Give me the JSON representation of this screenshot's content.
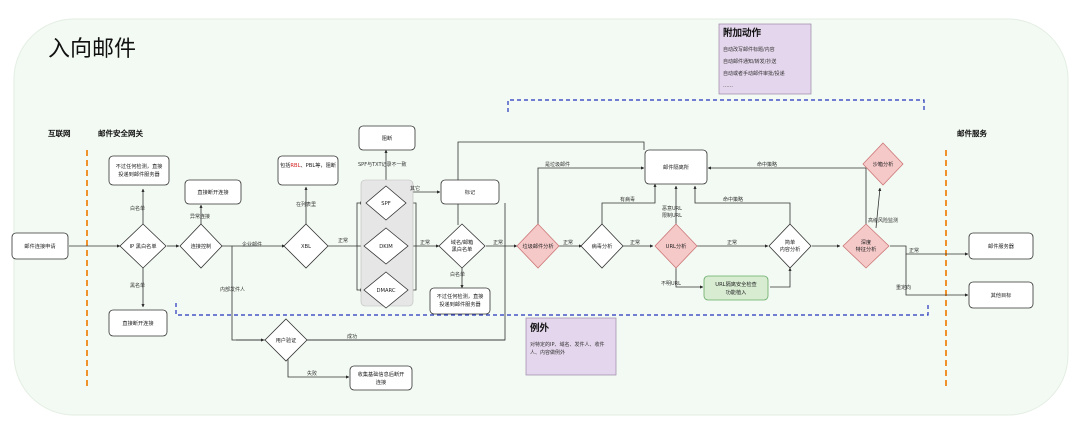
{
  "title": "入向邮件",
  "sections": {
    "internet": "互联网",
    "gateway": "邮件安全网关",
    "service": "邮件服务"
  },
  "nodes": {
    "request": "邮件连接申请",
    "ip_list": "IP 黑白名单",
    "whitelist_box": "不过任何检测，直接投递到邮件服务器",
    "direct_disconnect_top": "直接断开连接",
    "direct_disconnect_bottom": "直接断开连接",
    "conn_control": "连接控制",
    "xbl": "XBL",
    "xbl_note_prefix": "包括",
    "xbl_note_rbl": "RBL",
    "xbl_note_suffix": "、PBL等，阻断",
    "spf": "SPF",
    "dkim": "DKIM",
    "dmarc": "DMARC",
    "block": "阻断",
    "mark": "标记",
    "domain_whitelist": "域名/邮箱黑白名单",
    "domain_whitelist_box": "不过任何检测，直接投递到邮件服务器",
    "spam_analysis": "垃圾邮件分析",
    "virus_analysis": "病毒分析",
    "quarantine": "邮件隔离所",
    "url_analysis": "URL分析",
    "url_sandbox": "URL隔离安全检查功能植入",
    "content_analysis": "简单内容分析",
    "deep_analysis": "深度特征分析",
    "sandbox_analysis": "沙箱分析",
    "user_verify": "用户验证",
    "collect_disconnect": "收集基础信息后断开连接",
    "mail_server": "邮件服务器",
    "other_target": "其他目标"
  },
  "edges": {
    "whitelist": "白名单",
    "blacklist": "黑名单",
    "abnormal_conn": "异常连接",
    "enterprise_mail": "企业邮件",
    "internal_sender": "内部发件人",
    "in_list": "在列表里",
    "normal_1": "正常",
    "normal_2": "正常",
    "normal_3": "正常",
    "normal_4": "正常",
    "normal_5": "正常",
    "normal_6": "正常",
    "spf_txt": "SPF与TXT记录不一致",
    "other": "其它",
    "whitelist_2": "白名单",
    "is_spam": "是垃圾邮件",
    "has_virus": "有病毒",
    "malicious_url": "恶意URL 限制URL",
    "hit_policy": "命中策略",
    "hit_policy_2": "命中策略",
    "unknown_url": "不明URL",
    "success": "成功",
    "fail": "失败",
    "high_risk": "高级风险监测",
    "redirect": "重定向"
  },
  "notes": {
    "extra": {
      "title": "附加动作",
      "lines": [
        "自动改写邮件标题/内容",
        "自动邮件通知/转发/抄送",
        "自动或者手动邮件审批/投递",
        "……"
      ]
    },
    "exception": {
      "title": "例外",
      "lines": [
        "对特定的IP、域名、发件人、收件",
        "人、内容做例外"
      ]
    }
  },
  "colors": {
    "panel_bg": "#f3faf3",
    "section_line": "#f0922b",
    "dashed_blue": "#2233bb",
    "note_purple": "#e4d6ec",
    "diamond_red": "#f6c9c9",
    "green_box": "#d8ecd2",
    "xbl_red": "#d42020"
  }
}
